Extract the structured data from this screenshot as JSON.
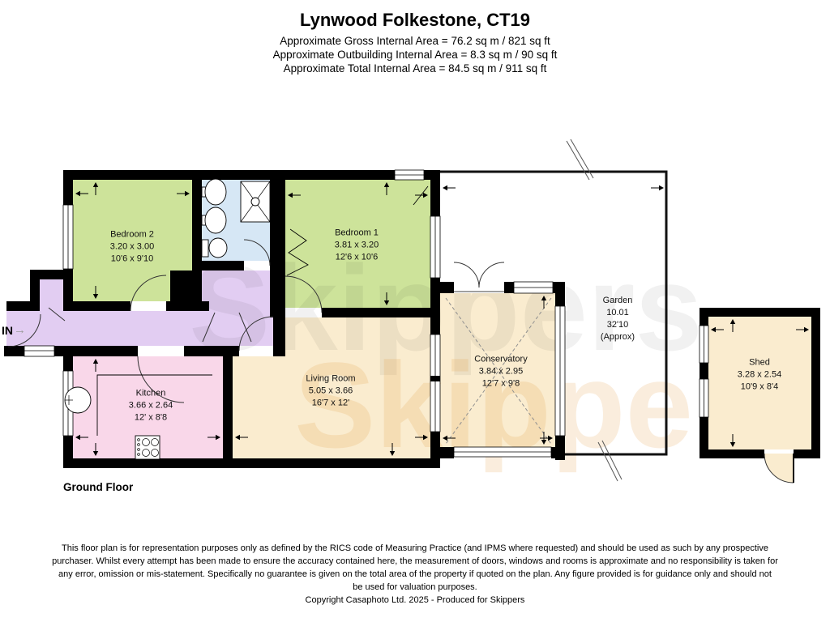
{
  "header": {
    "title": "Lynwood Folkestone, CT19",
    "area_lines": [
      "Approximate Gross Internal Area = 76.2 sq m / 821 sq ft",
      "Approximate Outbuilding Internal Area = 8.3 sq m / 90 sq ft",
      "Approximate Total Internal Area = 84.5 sq m / 911 sq ft"
    ]
  },
  "plan": {
    "floor_label": "Ground Floor",
    "entrance": {
      "label": "IN",
      "arrow": "→"
    },
    "rooms": {
      "bedroom2": {
        "name": "Bedroom 2",
        "metric": "3.20 x 3.00",
        "imperial": "10'6 x 9'10"
      },
      "bedroom1": {
        "name": "Bedroom 1",
        "metric": "3.81 x 3.20",
        "imperial": "12'6 x 10'6"
      },
      "kitchen": {
        "name": "Kitchen",
        "metric": "3.66 x 2.64",
        "imperial": "12' x 8'8"
      },
      "living_room": {
        "name": "Living Room",
        "metric": "5.05 x 3.66",
        "imperial": "16'7 x 12'"
      },
      "conservatory": {
        "name": "Conservatory",
        "metric": "3.84 x 2.95",
        "imperial": "12'7 x 9'8"
      },
      "garden": {
        "name": "Garden",
        "metric": "10.01",
        "imperial": "32'10",
        "note": "(Approx)"
      },
      "shed": {
        "name": "Shed",
        "metric": "3.28 x 2.54",
        "imperial": "10'9 x 8'4"
      }
    },
    "colors": {
      "bedroom": "#cde39a",
      "bathroom": "#d6e7f5",
      "hall": "#e2cdf2",
      "kitchen": "#f9d7e9",
      "living": "#faeccf",
      "wall": "#000000"
    }
  },
  "watermark": {
    "text": "Skippers"
  },
  "footer": {
    "lines": [
      "This floor plan is for representation purposes only as defined by the RICS code of Measuring Practice (and IPMS where requested) and should be used as such by any prospective",
      "purchaser. Whilst every attempt has been made to ensure the accuracy contained here, the measurement of doors, windows and rooms is approximate and no responsibility is taken for",
      "any error, omission or mis-statement. Specifically no guarantee is given on the total area of the property if quoted on the plan. Any figure provided is for guidance only and should not",
      "be used for valuation purposes.",
      "Copyright Casaphoto Ltd. 2025 - Produced for Skippers"
    ]
  }
}
